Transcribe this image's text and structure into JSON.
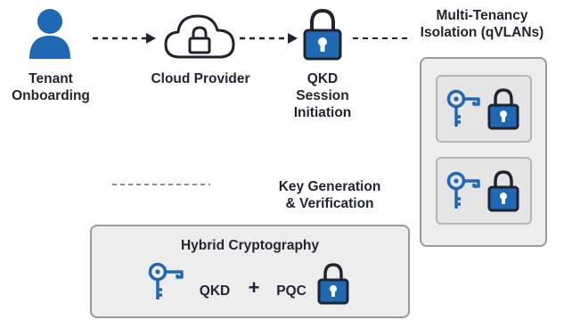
{
  "nodes": {
    "tenant": "Tenant\nOnboarding",
    "cloud": "Cloud Provider",
    "qkd_session": "QKD\nSession\nInitiation",
    "isolation": "Multi-Tenancy\nIsolation (qVLANs)",
    "keygen": "Key Generation\n& Verification"
  },
  "hybrid": {
    "title": "Hybrid Cryptography",
    "left": "QKD",
    "plus": "+",
    "right": "PQC"
  },
  "colors": {
    "accent": "#1f68b4",
    "panel": "#ededed",
    "panel_border": "#9a9a9a"
  },
  "icons": [
    "person-icon",
    "cloud-lock-icon",
    "padlock-icon",
    "key-icon"
  ]
}
